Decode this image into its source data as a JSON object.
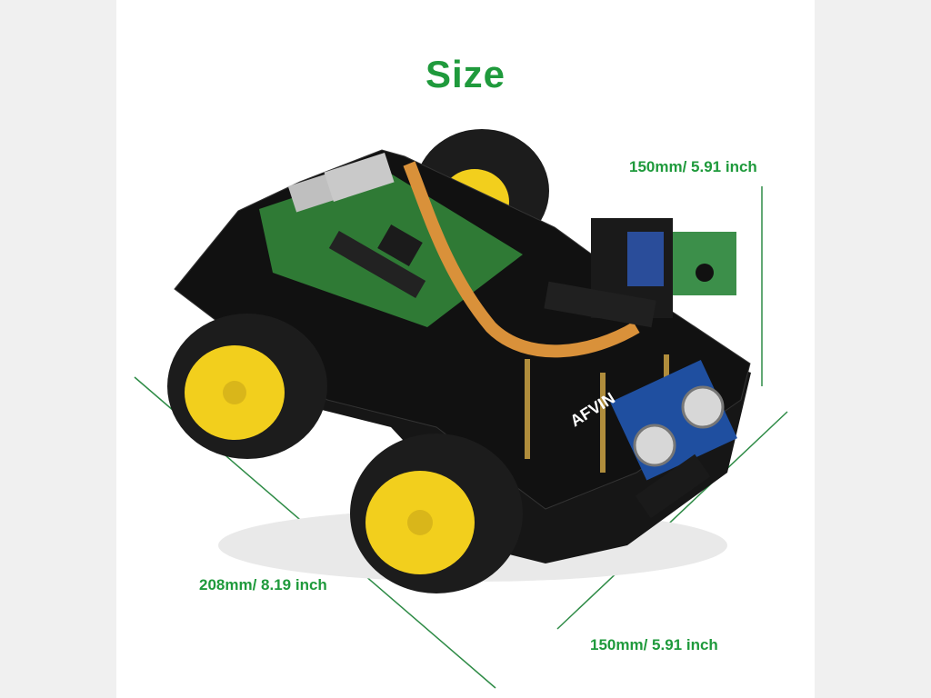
{
  "title": "Size",
  "dimensions": {
    "height": "150mm/ 5.91 inch",
    "length": "208mm/ 8.19 inch",
    "width": "150mm/ 5.91 inch"
  },
  "board_label": "AFVIN",
  "colors": {
    "title_green": "#1f9a3c",
    "line_green": "#2e8b46",
    "wheel_yellow": "#f2cf1d",
    "tire_black": "#1c1c1c",
    "chassis_black": "#111111",
    "pcb_green": "#2f7a35",
    "ribbon_orange": "#d9913a"
  }
}
